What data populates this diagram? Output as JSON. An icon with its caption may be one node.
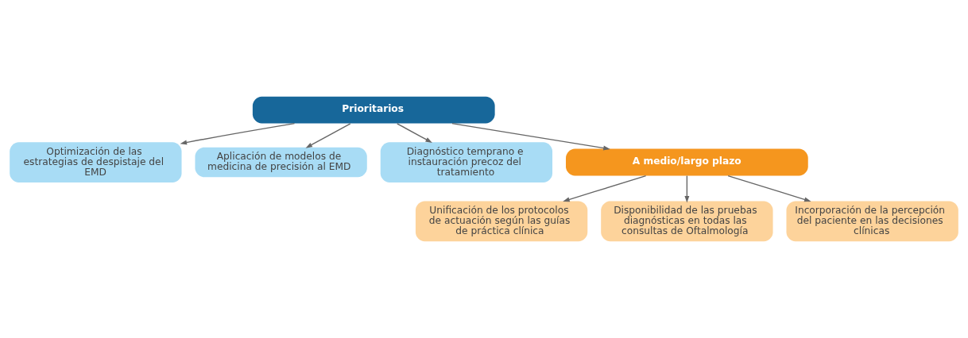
{
  "diagram": {
    "nodes": [
      {
        "text": [
          "Prioritarios"
        ]
      },
      {
        "text": [
          "Optimización de las estrategias de despistaje del EMD"
        ]
      },
      {
        "text": [
          "Aplicación de modelos de medicina de precisión al EMD"
        ]
      },
      {
        "text": [
          "Diagnóstico temprano e instauración precoz del tratamiento"
        ]
      },
      {
        "text": [
          "A medio/largo plazo"
        ]
      },
      {
        "text": [
          "Unificación de los protocolos de actuación según las guías de práctica clínica"
        ]
      },
      {
        "text": [
          "Disponibilidad de las pruebas diagnósticas en todas las consultas de Oftalmología"
        ]
      },
      {
        "text": [
          "Incorporación de la percepción del paciente en las decisiones clínicas"
        ]
      }
    ],
    "edges": [
      {
        "from": 0,
        "to": 1,
        "arrow": "to"
      },
      {
        "from": 0,
        "to": 2,
        "arrow": "to"
      },
      {
        "from": 0,
        "to": 3,
        "arrow": "to"
      },
      {
        "from": 0,
        "to": 4,
        "arrow": "to"
      },
      {
        "from": 4,
        "to": 5,
        "arrow": "to"
      },
      {
        "from": 4,
        "to": 6,
        "arrow": "to"
      },
      {
        "from": 4,
        "to": 7,
        "arrow": "to"
      }
    ]
  }
}
